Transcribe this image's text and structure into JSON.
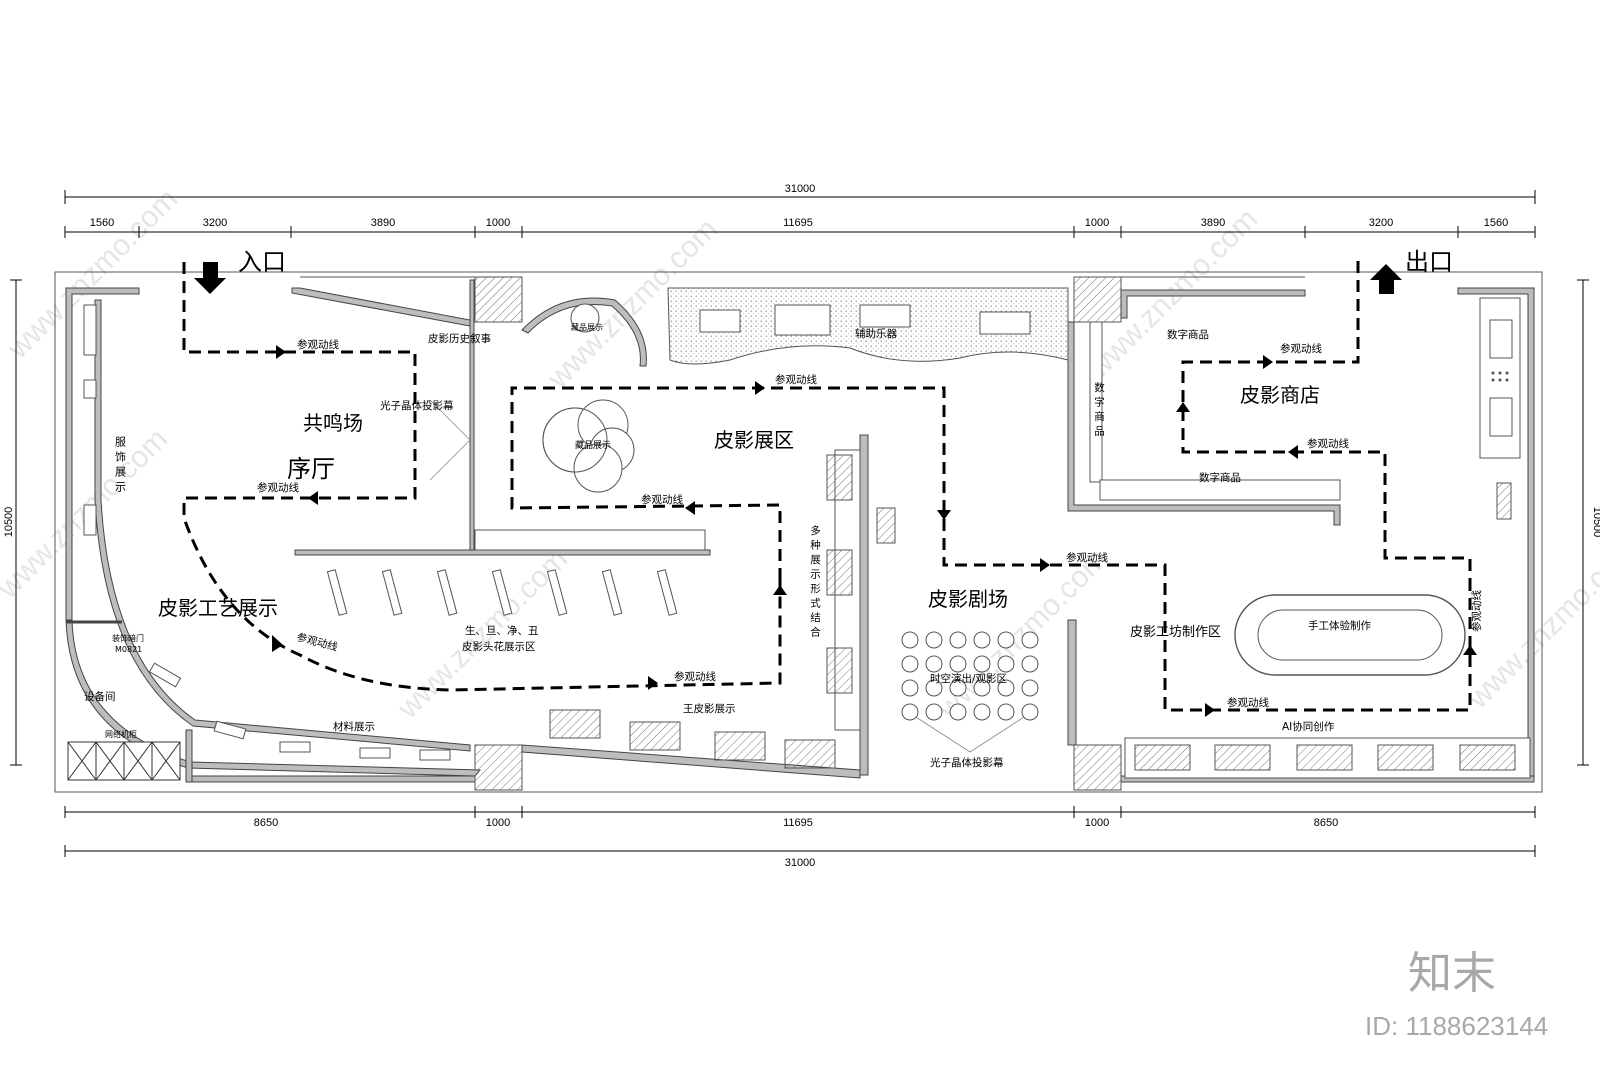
{
  "dimensions": {
    "top_total": "31000",
    "top_segments": [
      "1560",
      "3200",
      "3890",
      "1000",
      "11695",
      "1000",
      "3890",
      "3200",
      "1560"
    ],
    "bottom_segments": [
      "8650",
      "1000",
      "11695",
      "1000",
      "8650"
    ],
    "bottom_total": "31000",
    "left_height": "10500",
    "right_height": "10500"
  },
  "entrances": {
    "entry": "入口",
    "exit": "出口"
  },
  "zones": {
    "resonance": "共鸣场",
    "foyer": "序厅",
    "craft": "皮影工艺展示",
    "exhibit": "皮影展区",
    "theater": "皮影剧场",
    "shop": "皮影商店",
    "workshop": "皮影工坊制作区"
  },
  "labels": {
    "history": "皮影历史叙事",
    "photon_top": "光子晶体投影幕",
    "auxiliary": "辅助乐器",
    "collection_top": "藏品展示",
    "collection": "藏品展示",
    "costume": "服饰展示",
    "headwear": "生、旦、净、丑",
    "headwear2": "皮影头花展示区",
    "equipment": "设备间",
    "network": "网络机柜",
    "door": "装饰暗门",
    "door_code": "M0821",
    "material": "材料展示",
    "wang": "王皮影展示",
    "multi": "多种展示形式结合",
    "performance": "时空演出/观影区",
    "photon_bottom": "光子晶体投影幕",
    "digital1": "数字商品",
    "digital2": "数字商品",
    "digital3": "数字商品",
    "handmade": "手工体验制作",
    "ai": "AI协同创作"
  },
  "flow_label": "参观动线",
  "watermark": "www.znzmo.com",
  "brand": {
    "logo": "知末",
    "id": "ID: 1188623144"
  },
  "colors": {
    "wall": "#bdbdbd",
    "line": "#444444",
    "route": "#000000",
    "watermark": "#d0d0d0"
  }
}
